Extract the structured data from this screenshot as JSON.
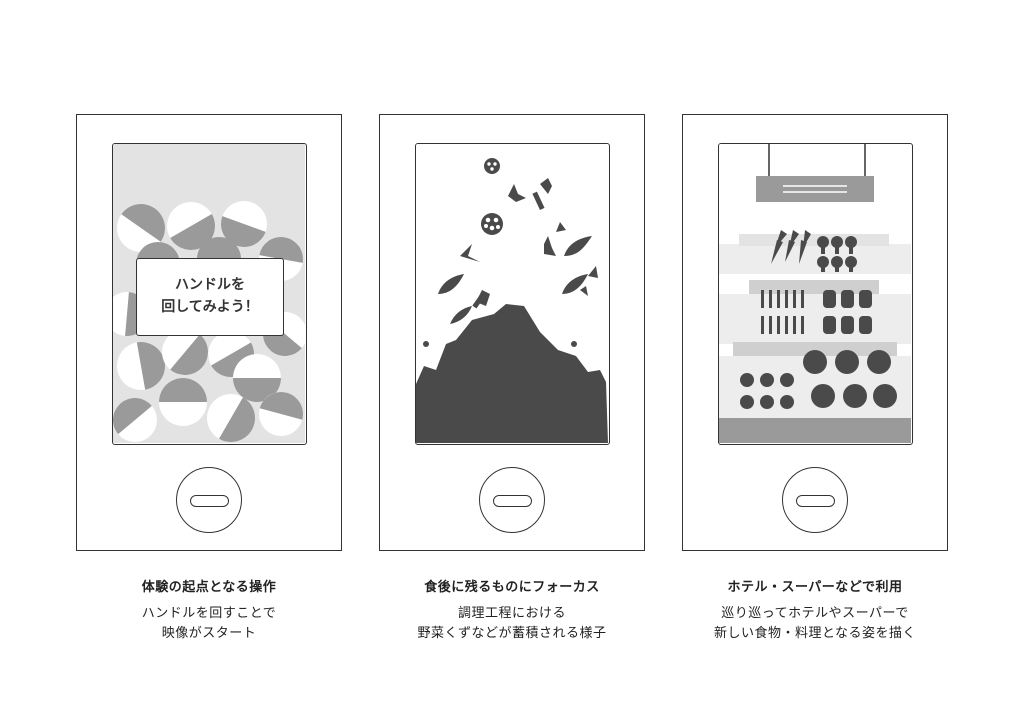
{
  "panels": [
    {
      "popup": {
        "line1": "ハンドルを",
        "line2": "回してみよう！"
      },
      "caption": {
        "title": "体験の起点となる操作",
        "line1": "ハンドルを回すことで",
        "line2": "映像がスタート"
      }
    },
    {
      "caption": {
        "title": "食後に残るものにフォーカス",
        "line1": "調理工程における",
        "line2": "野菜くずなどが蓄積される様子"
      }
    },
    {
      "caption": {
        "title": "ホテル・スーパーなどで利用",
        "line1": "巡り巡ってホテルやスーパーで",
        "line2": "新しい食物・料理となる姿を描く"
      }
    }
  ],
  "icons": {
    "knob": "handle-knob-icon",
    "vegetables": [
      "carrot-icon",
      "broccoli-icon",
      "asparagus-icon",
      "bell-pepper-icon",
      "onion-icon",
      "cabbage-icon",
      "lotus-root-icon",
      "leaf-icon"
    ]
  },
  "colors": {
    "dark": "#4a4a4a",
    "mid": "#9a9a9a",
    "light": "#e3e3e3",
    "line": "#333333"
  }
}
